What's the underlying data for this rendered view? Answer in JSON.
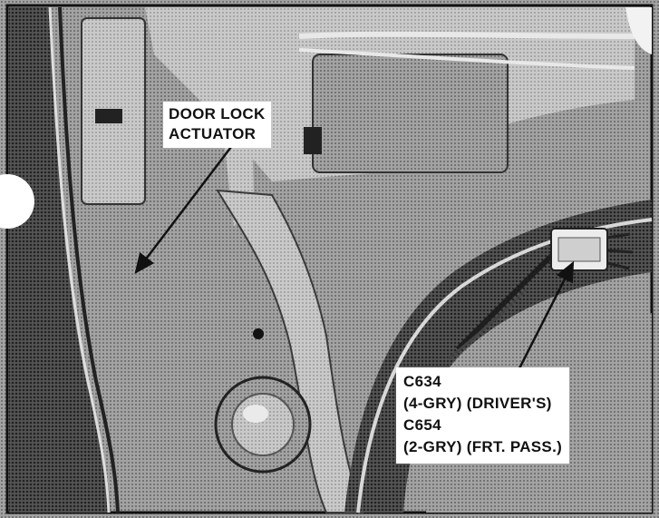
{
  "image": {
    "description_kind": "grayscale halftone service-manual photo of an inner door panel",
    "palette": {
      "background": "#9a9a9a",
      "panel_light": "#b8b8b8",
      "panel_dark": "#4a4a4a",
      "trim_black": "#1a1a1a",
      "label_bg": "#ffffff",
      "label_text": "#111111"
    }
  },
  "callouts": {
    "actuator": {
      "line1": "DOOR LOCK",
      "line2": "ACTUATOR"
    },
    "connector": {
      "line1": "C634",
      "line2": "(4-GRY) (DRIVER'S)",
      "line3": "C654",
      "line4": "(2-GRY) (FRT. PASS.)"
    }
  }
}
